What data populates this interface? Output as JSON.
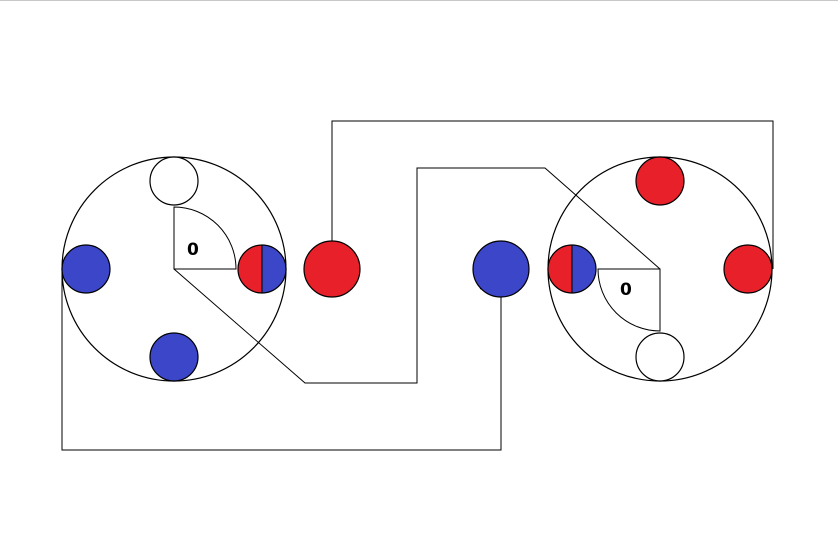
{
  "colors": {
    "red": "#e8202a",
    "blue": "#3c46c8",
    "white": "#ffffff",
    "stroke": "#000000"
  },
  "left_rotor": {
    "angle_label": "0",
    "pins": [
      "white",
      "blue",
      "split-red-blue",
      "blue"
    ]
  },
  "right_rotor": {
    "angle_label": "0",
    "pins": [
      "red",
      "red",
      "white",
      "split-red-blue"
    ]
  },
  "loose_pins": [
    "red",
    "blue"
  ]
}
